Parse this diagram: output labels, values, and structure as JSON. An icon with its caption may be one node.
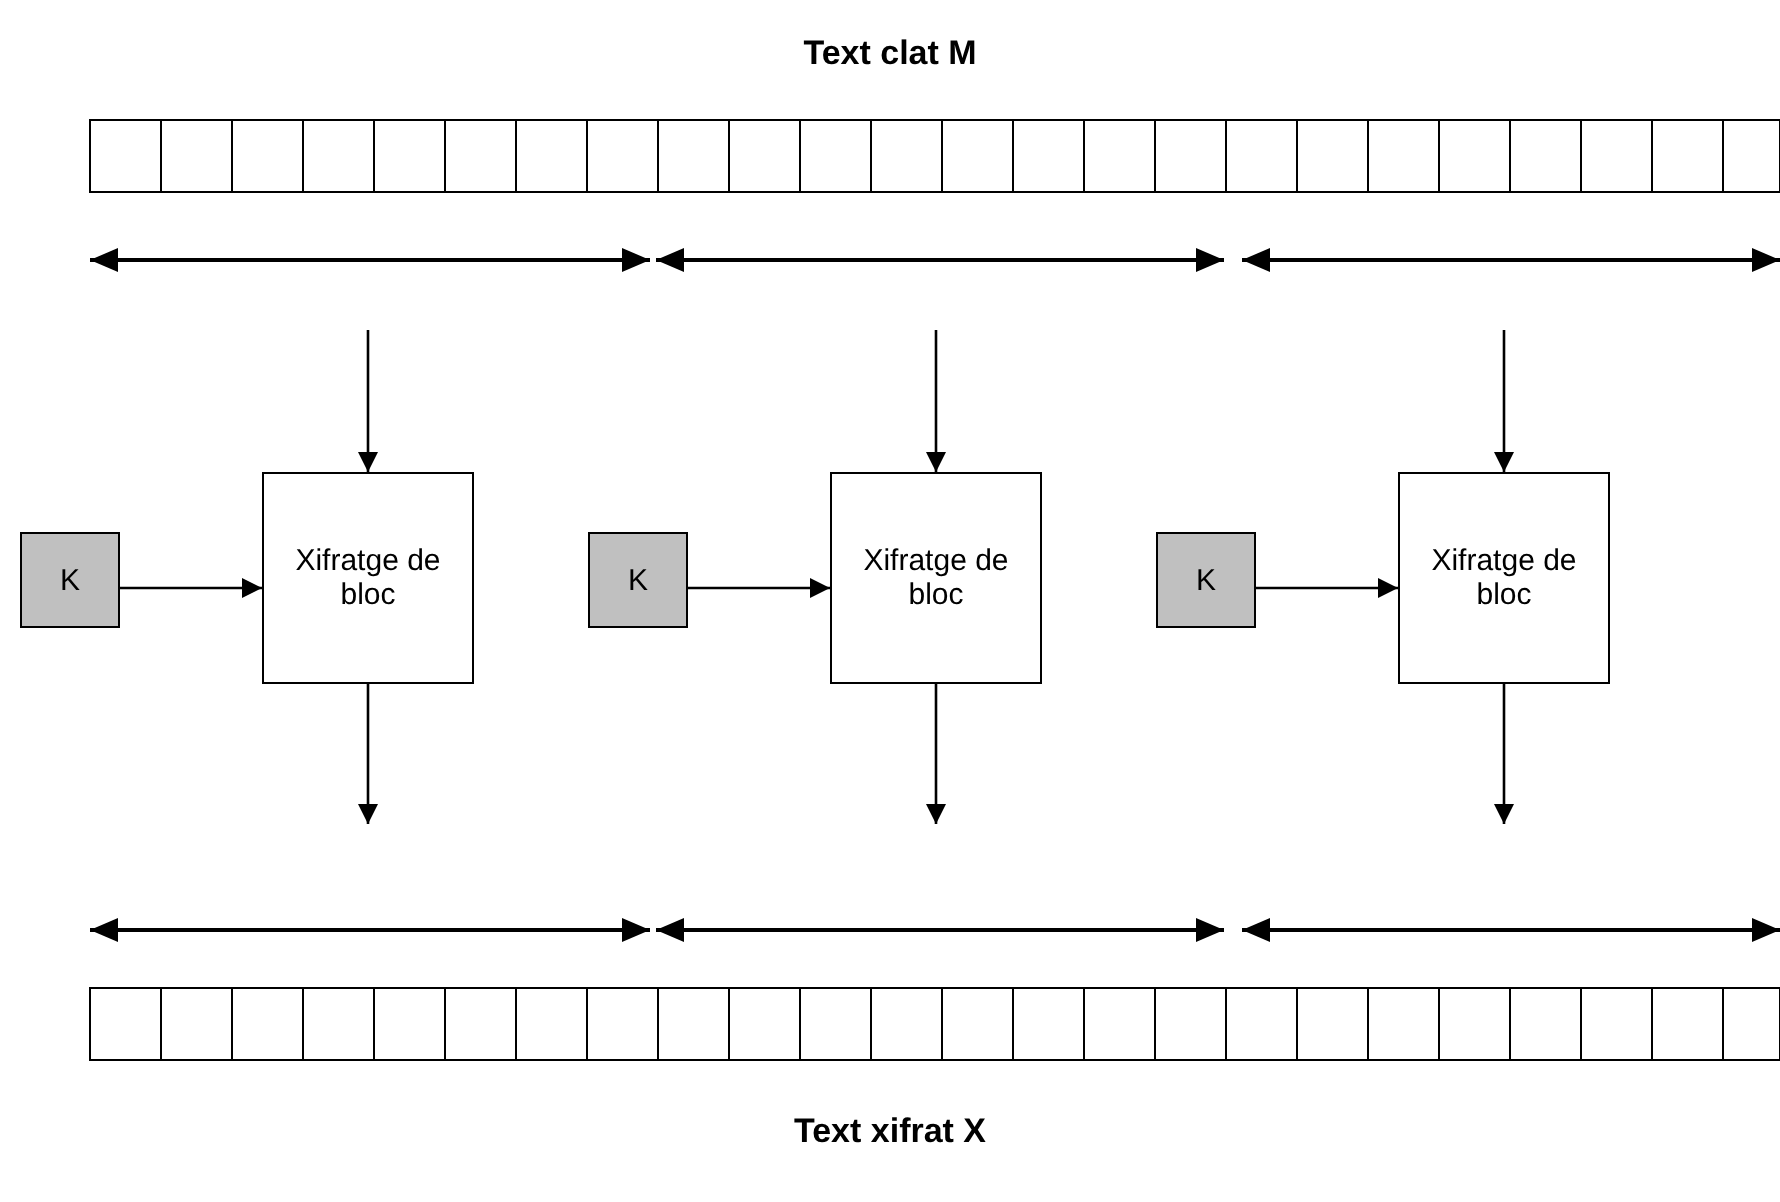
{
  "diagram": {
    "title": "Text clat M",
    "caption": "Text xifrat X",
    "nodes": [
      {
        "text": [
          "K"
        ]
      },
      {
        "text": [
          "Xifratge de bloc"
        ]
      },
      {
        "text": [
          "K"
        ]
      },
      {
        "text": [
          "Xifratge de bloc"
        ]
      },
      {
        "text": [
          "K"
        ]
      },
      {
        "text": [
          "Xifratge de bloc"
        ]
      }
    ],
    "edges": [
      {
        "from": 0,
        "to": 1,
        "arrow": "to"
      },
      {
        "from": null,
        "to": 1,
        "arrow": "to"
      },
      {
        "from": 1,
        "to": null,
        "arrow": "to"
      },
      {
        "from": 2,
        "to": 3,
        "arrow": "to"
      },
      {
        "from": null,
        "to": 3,
        "arrow": "to"
      },
      {
        "from": 3,
        "to": null,
        "arrow": "to"
      },
      {
        "from": 4,
        "to": 5,
        "arrow": "to"
      },
      {
        "from": null,
        "to": 5,
        "arrow": "to"
      },
      {
        "from": 5,
        "to": null,
        "arrow": "to"
      }
    ]
  }
}
